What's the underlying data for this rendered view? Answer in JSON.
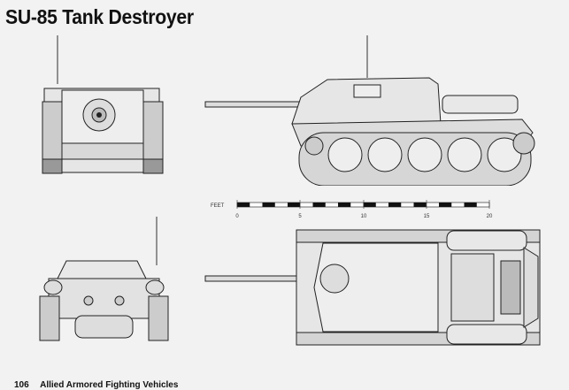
{
  "title": "SU-85 Tank Destroyer",
  "scale": {
    "unit_label": "FEET",
    "ticks": [
      "0",
      "5",
      "10",
      "15",
      "20"
    ]
  },
  "footer": {
    "page_number": "106",
    "book_title": "Allied Armored Fighting Vehicles"
  },
  "colors": {
    "background": "#f2f2f2",
    "hull": "#e4e4e4",
    "outline": "#222222"
  }
}
